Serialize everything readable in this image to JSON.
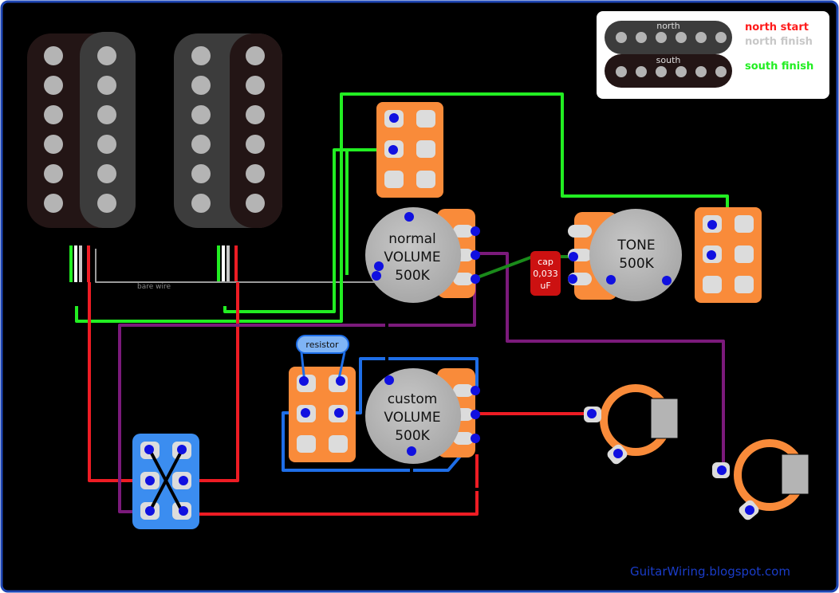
{
  "legend": {
    "north_label": "north",
    "south_label": "south",
    "north_start": "north start",
    "north_finish": "north finish",
    "south_finish": "south finish"
  },
  "pots": {
    "normal": [
      "normal",
      "VOLUME",
      "500K"
    ],
    "custom": [
      "custom",
      "VOLUME",
      "500K"
    ],
    "tone": [
      "TONE",
      "500K"
    ]
  },
  "capacitor": [
    "cap",
    "0,033",
    "uF"
  ],
  "resistor_label": "resistor",
  "bare_wire_label": "bare wire",
  "credit": "GuitarWiring.blogspot.com",
  "colors": {
    "background": "#000000",
    "red_wire": "#ee1c24",
    "green_wire": "#22ee22",
    "blue_wire": "#1e6ee8",
    "purple_wire": "#7b1a7b",
    "dkgreen_wire": "#1a8a1a",
    "orange_part": "#f98b3a",
    "blue_switch": "#3b8df0",
    "pot_body": "#b9b9b9",
    "legend_north_start": "#ff1a1a",
    "legend_north_finish": "#c8c8c8",
    "legend_south_finish": "#22ee22"
  }
}
